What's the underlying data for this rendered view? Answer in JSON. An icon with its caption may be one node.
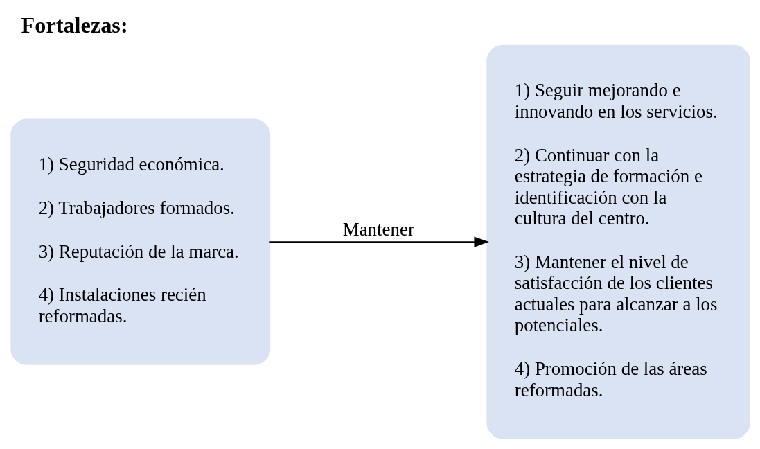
{
  "diagram": {
    "title": "Fortalezas:",
    "nodes": [
      {
        "text": [
          "1) Seguridad económica.",
          "2) Trabajadores formados.",
          "3) Reputación de la marca.",
          "4) Instalaciones recién reformadas."
        ]
      },
      {
        "text": [
          "1) Seguir mejorando e innovando en los servicios.",
          "2) Continuar con la estrategia de formación e identificación con la cultura del centro.",
          "3) Mantener el nivel de satisfacción de los clientes actuales para alcanzar a los potenciales.",
          "4) Promoción de las áreas reformadas."
        ]
      }
    ],
    "edges": [
      {
        "from": 0,
        "to": 1,
        "arrow": "to",
        "label": "Mantener"
      }
    ]
  }
}
